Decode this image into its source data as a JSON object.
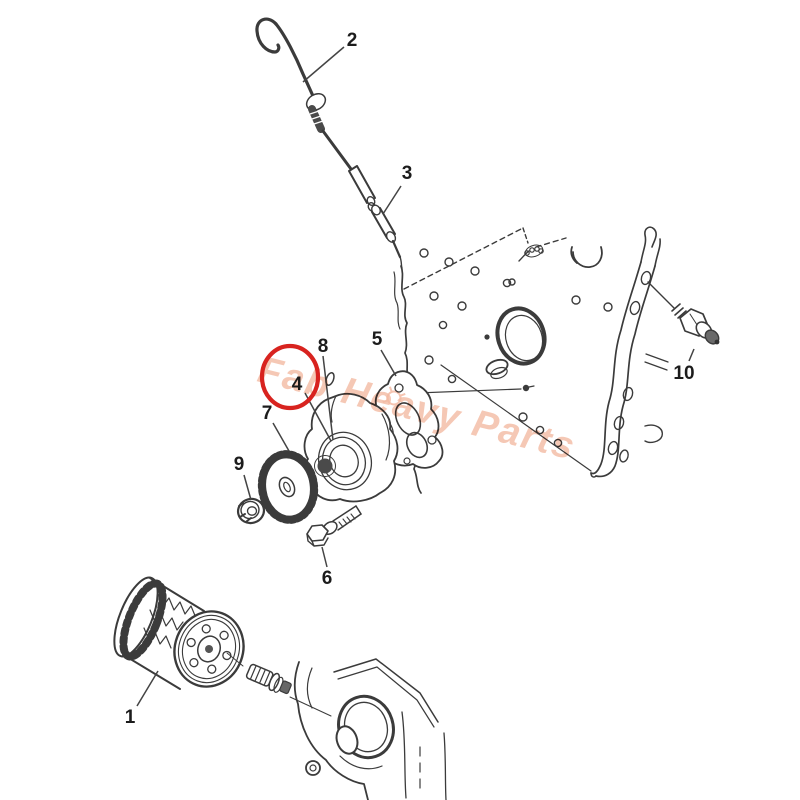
{
  "diagram": {
    "watermark": {
      "text": "Fab Heavy Parts",
      "color": "#f0a98b"
    },
    "highlight": {
      "color": "#d8231f"
    },
    "line_color": "#3b3b3b",
    "background": "#ffffff",
    "labels": {
      "p1": "1",
      "p2": "2",
      "p3": "3",
      "p4": "4",
      "p5": "5",
      "p6": "6",
      "p7": "7",
      "p8": "8",
      "p9": "9",
      "p10": "10"
    }
  }
}
